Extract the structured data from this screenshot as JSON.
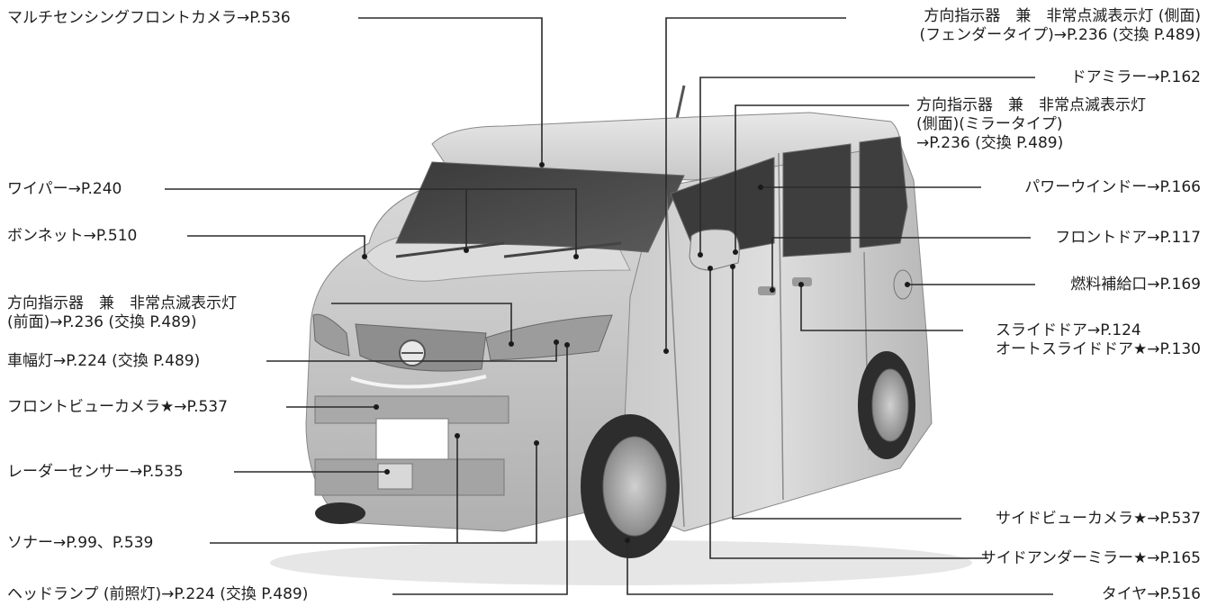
{
  "diagram": {
    "labels": {
      "multi_sensing_camera": "マルチセンシングフロントカメラ→P.536",
      "side_turn_fender_line1": "方向指示器　兼　非常点滅表示灯 (側面)",
      "side_turn_fender_line2": "(フェンダータイプ)→P.236 (交換 P.489)",
      "door_mirror": "ドアミラー→P.162",
      "side_turn_mirror_line1": "方向指示器　兼　非常点滅表示灯",
      "side_turn_mirror_line2": "(側面)(ミラータイプ)",
      "side_turn_mirror_line3": "→P.236 (交換 P.489)",
      "wiper": "ワイパー→P.240",
      "power_window": "パワーウインドー→P.166",
      "bonnet": "ボンネット→P.510",
      "front_door": "フロントドア→P.117",
      "front_turn_line1": "方向指示器　兼　非常点滅表示灯",
      "front_turn_line2": "(前面)→P.236 (交換 P.489)",
      "fuel_lid": "燃料補給口→P.169",
      "slide_door_line1": "スライドドア→P.124",
      "slide_door_line2": "オートスライドドア★→P.130",
      "clearance_lamp": "車幅灯→P.224 (交換 P.489)",
      "front_view_camera": "フロントビューカメラ★→P.537",
      "radar_sensor": "レーダーセンサー→P.535",
      "sonar": "ソナー→P.99、P.539",
      "side_view_camera": "サイドビューカメラ★→P.537",
      "side_under_mirror": "サイドアンダーミラー★→P.165",
      "headlamp": "ヘッドランプ (前照灯)→P.224 (交換 P.489)",
      "tire": "タイヤ→P.516"
    }
  }
}
